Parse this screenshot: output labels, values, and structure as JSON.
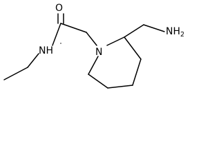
{
  "molecule": {
    "atoms": {
      "carbonyl_oxygen": "O",
      "amide_nitrogen": "NH",
      "ring_nitrogen": "N",
      "amine_group_main": "NH",
      "amine_group_sub": "2"
    }
  }
}
